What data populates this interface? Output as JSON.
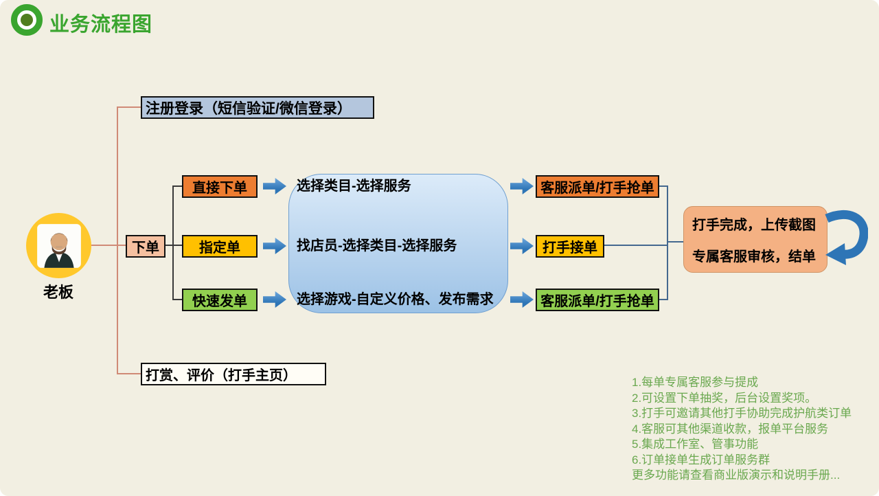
{
  "page": {
    "title": "业务流程图",
    "background": "#f2efe2",
    "title_color": "#3aa52f"
  },
  "actor": {
    "label": "老板"
  },
  "flow": {
    "register_box": {
      "label": "注册登录（短信验证/微信登录）",
      "color": "#b4c6dd"
    },
    "order_box": {
      "label": "下单",
      "color": "#f5c0a0"
    },
    "branch_boxes": [
      {
        "label": "直接下单",
        "color": "#ed7d31"
      },
      {
        "label": "指定单",
        "color": "#ffc000"
      },
      {
        "label": "快速发单",
        "color": "#92d050"
      }
    ],
    "process_panel": {
      "steps": [
        "选择类目-选择服务",
        "找店员-选择类目-选择服务",
        "选择游戏-自定义价格、发布需求"
      ]
    },
    "result_boxes": [
      {
        "label": "客服派单/打手抢单",
        "color": "#ed7d31"
      },
      {
        "label": "打手接单",
        "color": "#ffc000"
      },
      {
        "label": "客服派单/打手抢单",
        "color": "#92d050"
      }
    ],
    "completion_box": {
      "line1": "打手完成，上传截图",
      "line2": "专属客服审核，结单",
      "color": "#f4b183"
    },
    "reward_box": {
      "label": "打赏、评价（打手主页）"
    }
  },
  "notes": {
    "color": "#6aa84f",
    "items": [
      "1.每单专属客服参与提成",
      "2.可设置下单抽奖，后台设置奖项。",
      "3.打手可邀请其他打手协助完成护航类订单",
      "4.客服可其他渠道收款，报单平台服务",
      "5.集成工作室、管事功能",
      "6.订单接单生成订单服务群",
      "更多功能请查看商业版演示和说明手册..."
    ]
  }
}
